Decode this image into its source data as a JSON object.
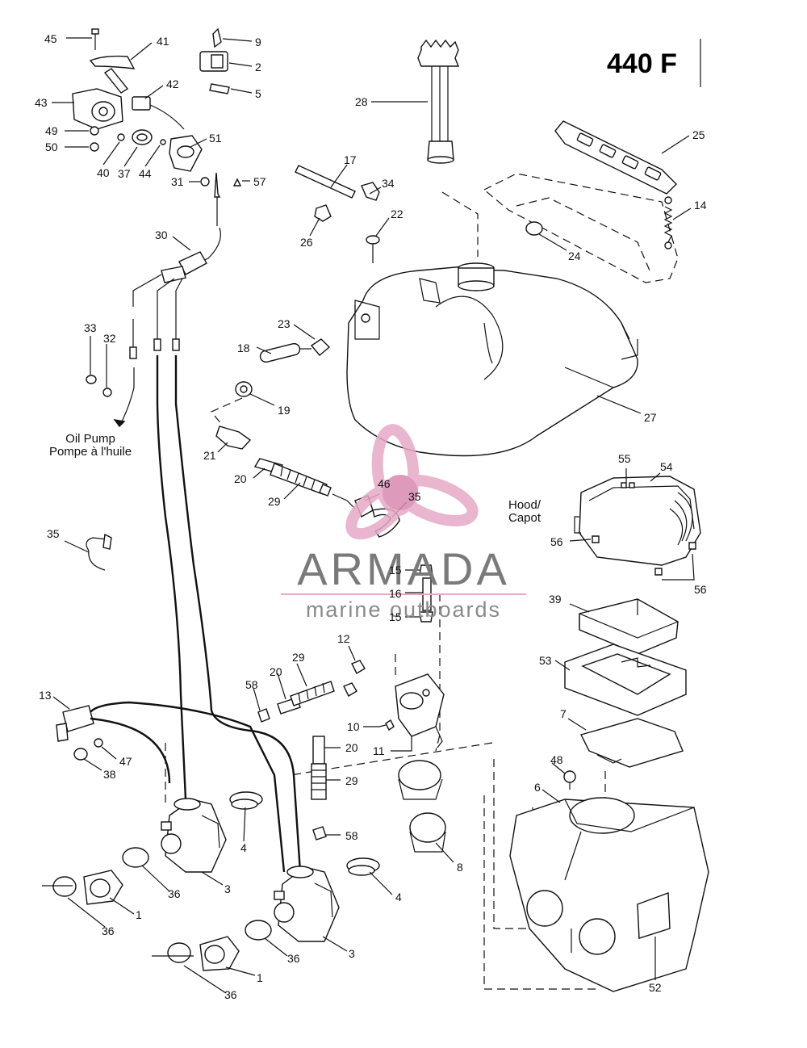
{
  "page": {
    "model_title": "440 F"
  },
  "watermark": {
    "brand": "ARMADA",
    "tagline": "marine outboards",
    "colors": {
      "logo_pink": "#e7a9c6",
      "logo_dark": "#d889b0",
      "text_gray": "#7a7a7a"
    }
  },
  "annotations": {
    "oil_pump_en": "Oil Pump",
    "oil_pump_fr": "Pompe à l'huile",
    "hood_en": "Hood/",
    "hood_fr": "Capot"
  },
  "callouts": [
    "45",
    "41",
    "9",
    "2",
    "5",
    "43",
    "42",
    "49",
    "50",
    "40",
    "37",
    "44",
    "51",
    "31",
    "57",
    "28",
    "25",
    "17",
    "34",
    "22",
    "26",
    "14",
    "24",
    "30",
    "33",
    "32",
    "23",
    "18",
    "19",
    "27",
    "21",
    "20",
    "29",
    "46",
    "35",
    "55",
    "54",
    "56",
    "56",
    "35",
    "15",
    "16",
    "15",
    "39",
    "12",
    "29",
    "20",
    "58",
    "53",
    "13",
    "10",
    "11",
    "7",
    "47",
    "38",
    "20",
    "29",
    "48",
    "6",
    "4",
    "58",
    "8",
    "4",
    "3",
    "36",
    "1",
    "36",
    "3",
    "36",
    "1",
    "36",
    "52"
  ]
}
